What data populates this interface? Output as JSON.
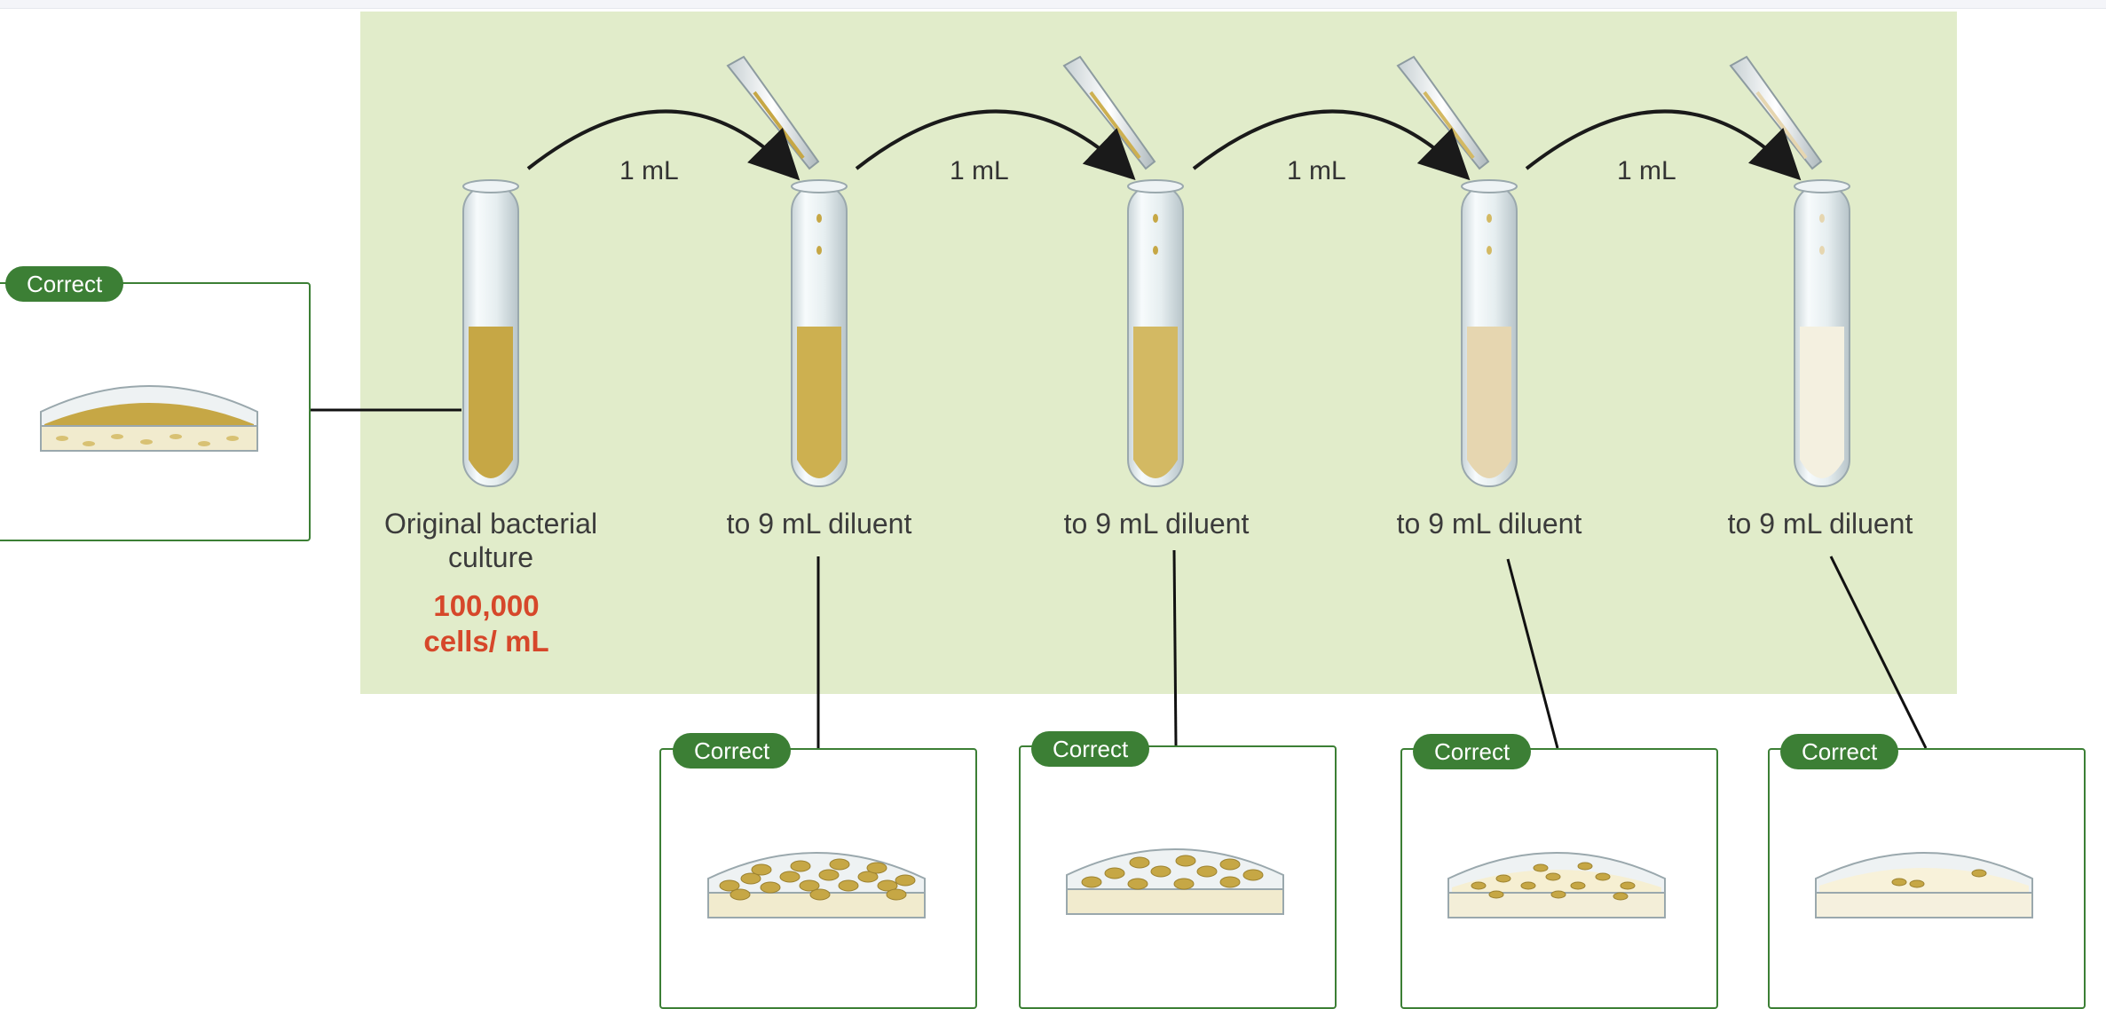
{
  "diagram": {
    "transfer_labels": [
      "1 mL",
      "1 mL",
      "1 mL",
      "1 mL"
    ],
    "tube_labels": [
      "Original bacterial culture",
      "to 9 mL diluent",
      "to 9 mL diluent",
      "to 9 mL diluent",
      "to 9 mL diluent"
    ],
    "tube_label_lines": [
      [
        "Original bacterial",
        "culture"
      ]
    ],
    "original_count_line1": "100,000",
    "original_count_line2": "cells/ mL",
    "colors": {
      "panel_bg": "#e1ecca",
      "badge_green": "#3c7f35",
      "count_red": "#d6472a",
      "tube_fills": [
        "#c6a745",
        "#cdb050",
        "#d3b963",
        "#e6d6b0",
        "#f4f0e0"
      ]
    }
  },
  "answers": [
    {
      "badge": "Correct",
      "colony_level": "lawn"
    },
    {
      "badge": "Correct",
      "colony_level": "very many"
    },
    {
      "badge": "Correct",
      "colony_level": "many"
    },
    {
      "badge": "Correct",
      "colony_level": "moderate"
    },
    {
      "badge": "Correct",
      "colony_level": "few"
    }
  ]
}
